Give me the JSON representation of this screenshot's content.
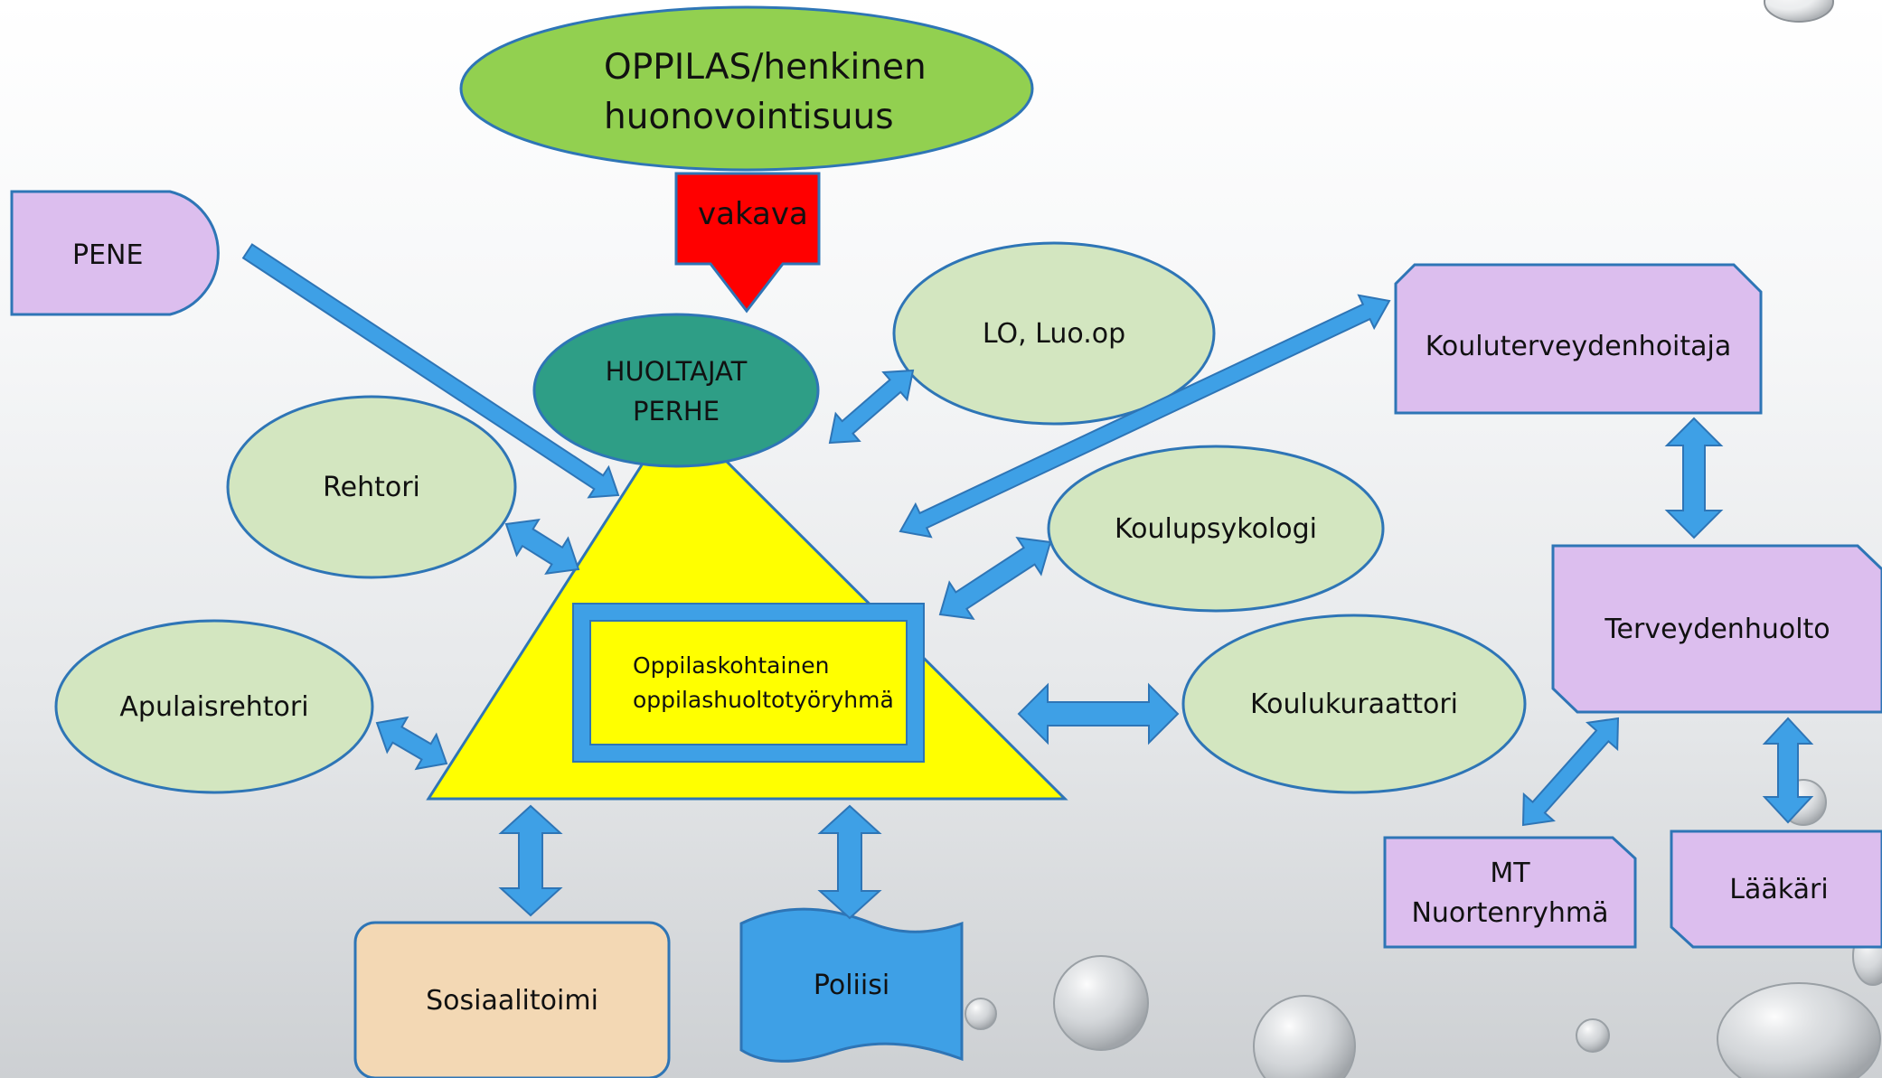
{
  "nodes": {
    "oppilas": {
      "line1": "OPPILAS/henkinen",
      "line2": "huonovointisuus"
    },
    "vakava": "vakava",
    "pene": "PENE",
    "huoltajat": {
      "line1": "HUOLTAJAT",
      "line2": "PERHE"
    },
    "lo": "LO, Luo.op",
    "kouluterveydenhoitaja": "Kouluterveydenhoitaja",
    "rehtori": "Rehtori",
    "koulupsykologi": "Koulupsykologi",
    "terveydenhuolto": "Terveydenhuolto",
    "ryhma": {
      "line1": "Oppilaskohtainen",
      "line2": "oppilashuoltotyöryhmä"
    },
    "apulaisrehtori": "Apulaisrehtori",
    "koulukuraattori": "Koulukuraattori",
    "mt": {
      "line1": "MT",
      "line2": "Nuortenryhmä"
    },
    "laakari": "Lääkäri",
    "sosiaalitoimi": "Sosiaalitoimi",
    "poliisi": "Poliisi"
  },
  "colors": {
    "green_oval": "#92d050",
    "light_green": "#d3e6c0",
    "teal": "#2e9e86",
    "purple": "#dcbeee",
    "yellow": "#ffff00",
    "blue": "#3ea0e6",
    "red": "#ff0000",
    "peach": "#f3d8b4",
    "outline": "#2e75b6"
  }
}
